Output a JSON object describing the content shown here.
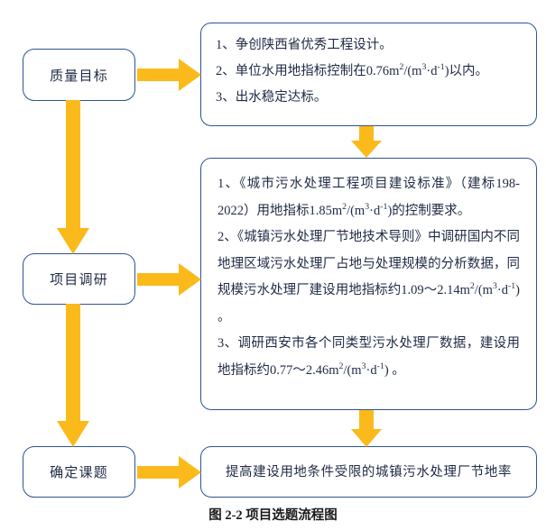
{
  "figure": {
    "caption": "图 2-2 项目选题流程图",
    "colors": {
      "box_border": "#2E5395",
      "arrow_fill": "#FBBA1B",
      "text": "#1F2A44",
      "background": "#FFFFFF"
    }
  },
  "stages": [
    {
      "label": "质量目标"
    },
    {
      "label": "项目调研"
    },
    {
      "label": "确定课题"
    }
  ],
  "panels": {
    "quality_goals": {
      "lines": [
        "1、争创陕西省优秀工程设计。",
        "2、单位水用地指标控制在0.76㎡/(㎥·d⁻¹)以内。",
        "3、出水稳定达标。"
      ],
      "line_parts": [
        {
          "prefix": "1、争创陕西省优秀工程设计。"
        },
        {
          "prefix": "2、单位水用地指标控制在0.76m",
          "sup1": "2",
          "mid": "/(m",
          "sup2": "3",
          "mid2": "·d",
          "sup3": "-1",
          "suffix": ")以内。"
        },
        {
          "prefix": "3、出水稳定达标。"
        }
      ]
    },
    "research": {
      "items": [
        {
          "index": "1、",
          "text_a": "《城市污水处理工程项目建设标准》（建标198-2022）用地指标1.85m",
          "sup_a": "2",
          "text_b": "/(m",
          "sup_b": "3",
          "text_c": "·d",
          "sup_c": "-1",
          "text_d": ")的控制要求。",
          "full": "1、 《城市污水处理工程项目建设标准》（建标198-2022）用地指标1.85㎡/(㎥·d⁻¹)的控制要求。"
        },
        {
          "index": "2、",
          "text_a": "《城镇污水处理厂节地技术导则》中调研国内不同地理区域污水处理厂占地与处理规模的分析数据，同规模污水处理厂建设用地指标约1.09～2.14m",
          "sup_a": "2",
          "text_b": "/(m",
          "sup_b": "3",
          "text_c": "·d",
          "sup_c": "-1",
          "text_d": ") 。",
          "full": "2、 《城镇污水处理厂节地技术导则》中调研国内不同地理区域污水处理厂占地与处理规模的分析数据，同规模污水处理厂建设用地指标约1.09～2.14㎡/(㎥·d⁻¹) 。"
        },
        {
          "index": "3、",
          "text_a": "调研西安市各个同类型污水处理厂数据，建设用地指标约0.77～2.46m",
          "sup_a": "2",
          "text_b": "/(m",
          "sup_b": "3",
          "text_c": "·d",
          "sup_c": "-1",
          "text_d": ") 。",
          "full": "3、调研西安市各个同类型污水处理厂数据，建设用地指标约0.77～2.46㎡/(㎥·d⁻¹) 。"
        }
      ]
    },
    "topic": {
      "text": "提高建设用地条件受限的城镇污水处理厂节地率"
    }
  },
  "arrows": [
    {
      "name": "quality-to-goals",
      "direction": "right"
    },
    {
      "name": "goals-to-research-panel",
      "direction": "down"
    },
    {
      "name": "quality-to-research-stage",
      "direction": "down"
    },
    {
      "name": "research-to-panel",
      "direction": "right"
    },
    {
      "name": "research-to-topic-stage",
      "direction": "down"
    },
    {
      "name": "research-panel-to-topic",
      "direction": "down"
    },
    {
      "name": "topic-to-result",
      "direction": "right"
    }
  ]
}
